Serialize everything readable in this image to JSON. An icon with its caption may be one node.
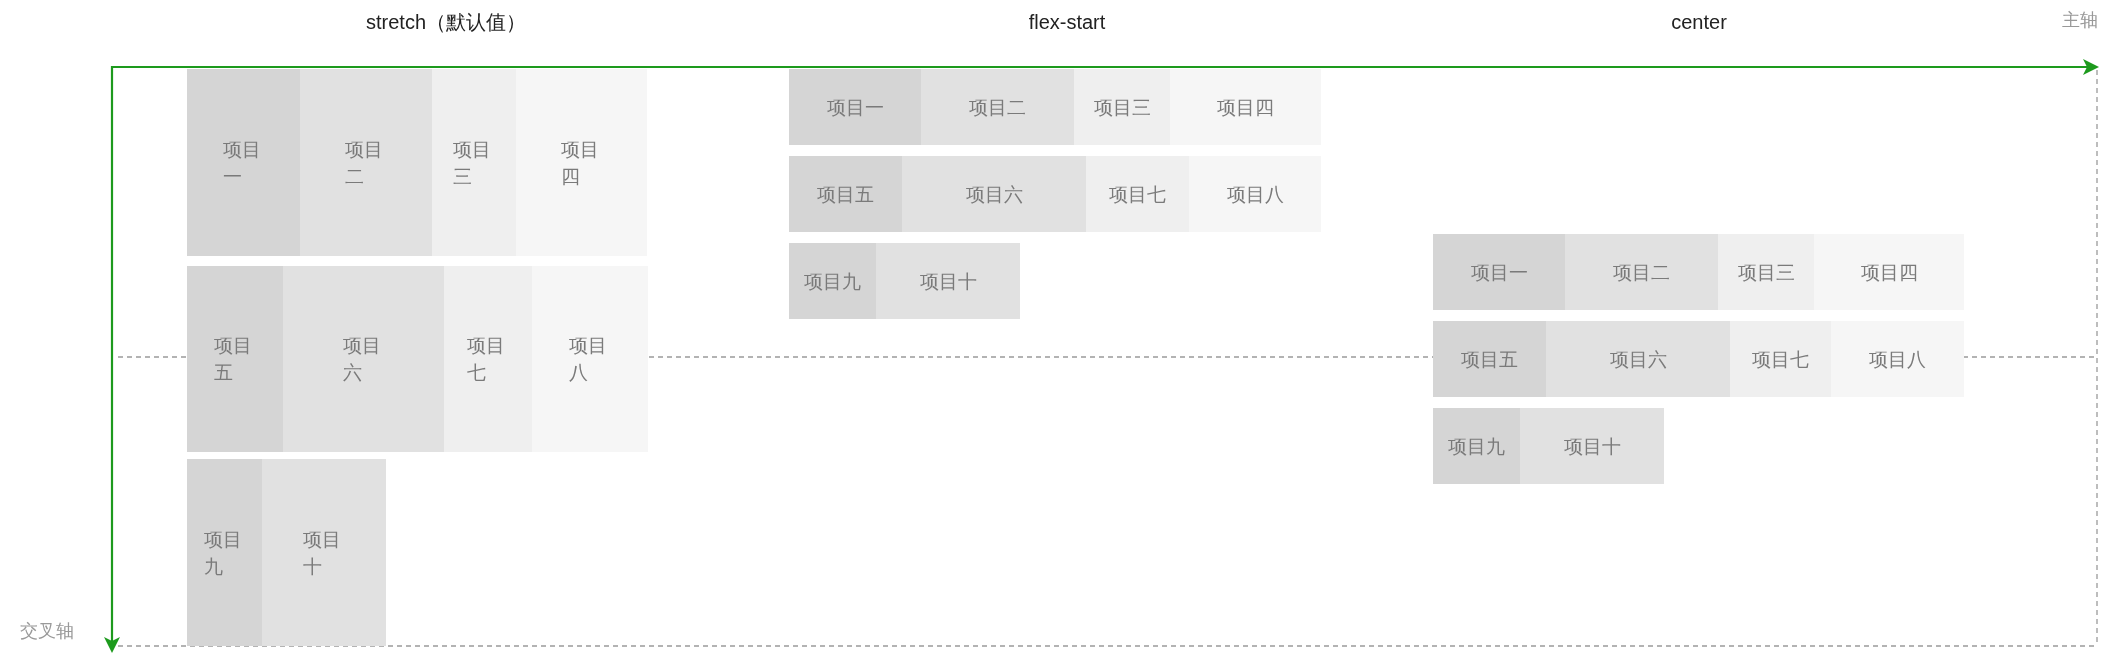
{
  "diagram": {
    "nodes": [
      {
        "text": [
          "项目一"
        ]
      },
      {
        "text": [
          "项目二"
        ]
      },
      {
        "text": [
          "项目三"
        ]
      },
      {
        "text": [
          "项目四"
        ]
      },
      {
        "text": [
          "项目五"
        ]
      },
      {
        "text": [
          "项目六"
        ]
      },
      {
        "text": [
          "项目七"
        ]
      },
      {
        "text": [
          "项目八"
        ]
      },
      {
        "text": [
          "项目九"
        ]
      },
      {
        "text": [
          "项目十"
        ]
      },
      {
        "text": [
          "项目一"
        ]
      },
      {
        "text": [
          "项目二"
        ]
      },
      {
        "text": [
          "项目三"
        ]
      },
      {
        "text": [
          "项目四"
        ]
      },
      {
        "text": [
          "项目五"
        ]
      },
      {
        "text": [
          "项目六"
        ]
      },
      {
        "text": [
          "项目七"
        ]
      },
      {
        "text": [
          "项目八"
        ]
      },
      {
        "text": [
          "项目九"
        ]
      },
      {
        "text": [
          "项目十"
        ]
      },
      {
        "text": [
          "项目一"
        ]
      },
      {
        "text": [
          "项目二"
        ]
      },
      {
        "text": [
          "项目三"
        ]
      },
      {
        "text": [
          "项目四"
        ]
      },
      {
        "text": [
          "项目五"
        ]
      },
      {
        "text": [
          "项目六"
        ]
      },
      {
        "text": [
          "项目七"
        ]
      },
      {
        "text": [
          "项目八"
        ]
      },
      {
        "text": [
          "项目九"
        ]
      },
      {
        "text": [
          "项目十"
        ]
      }
    ],
    "labels": [
      "stretch（默认值）",
      "flex-start",
      "center",
      "主轴",
      "交叉轴"
    ]
  }
}
